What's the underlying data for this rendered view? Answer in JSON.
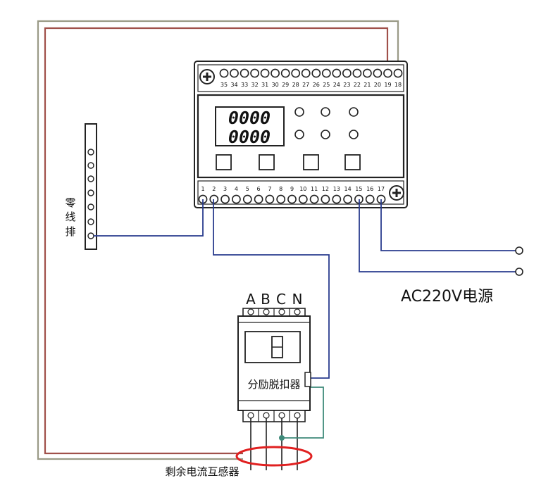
{
  "top_terminals": [
    "35",
    "34",
    "33",
    "32",
    "31",
    "30",
    "29",
    "28",
    "27",
    "26",
    "25",
    "24",
    "23",
    "22",
    "21",
    "20",
    "19",
    "18"
  ],
  "bottom_terminals": [
    "1",
    "2",
    "3",
    "4",
    "5",
    "6",
    "7",
    "8",
    "9",
    "10",
    "11",
    "12",
    "13",
    "14",
    "15",
    "16",
    "17"
  ],
  "display": {
    "row1": "0000",
    "row2": "0000"
  },
  "labels": {
    "neutral_bar": [
      "零",
      "线",
      "排"
    ],
    "power_source": "AC220V电源",
    "breaker_phases": [
      "A",
      "B",
      "C",
      "N"
    ],
    "shunt_trip": "分励脱扣器",
    "residual_ct": "剩余电流互感器"
  },
  "colors": {
    "wire_red": "#a0504a",
    "wire_gray": "#9a9a86",
    "wire_blue": "#2a3c8e",
    "wire_green": "#3f8a7a",
    "ct_ring": "#e02020",
    "device_outline": "#222222"
  }
}
